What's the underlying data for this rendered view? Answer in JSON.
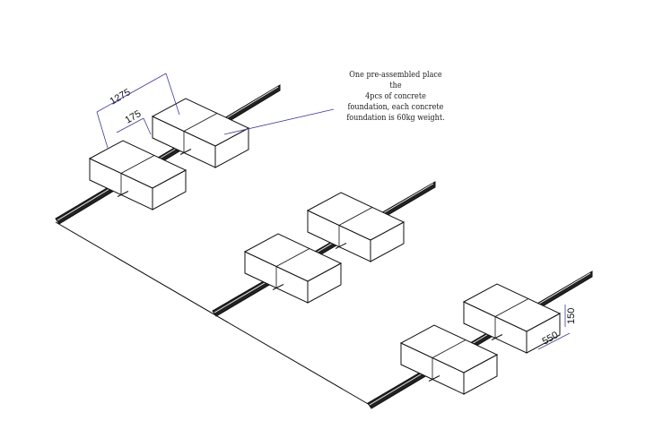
{
  "annotation": {
    "line1": "One pre-assembled place the",
    "line2": "4pcs of concrete",
    "line3": "foundation, each concrete",
    "line4": "foundation is 60kg weight."
  },
  "dimensions": {
    "spacing": "1275",
    "gap": "175",
    "height": "150",
    "width": "550"
  },
  "colors": {
    "line": "#111111",
    "dimension": "#3b3b9a"
  }
}
